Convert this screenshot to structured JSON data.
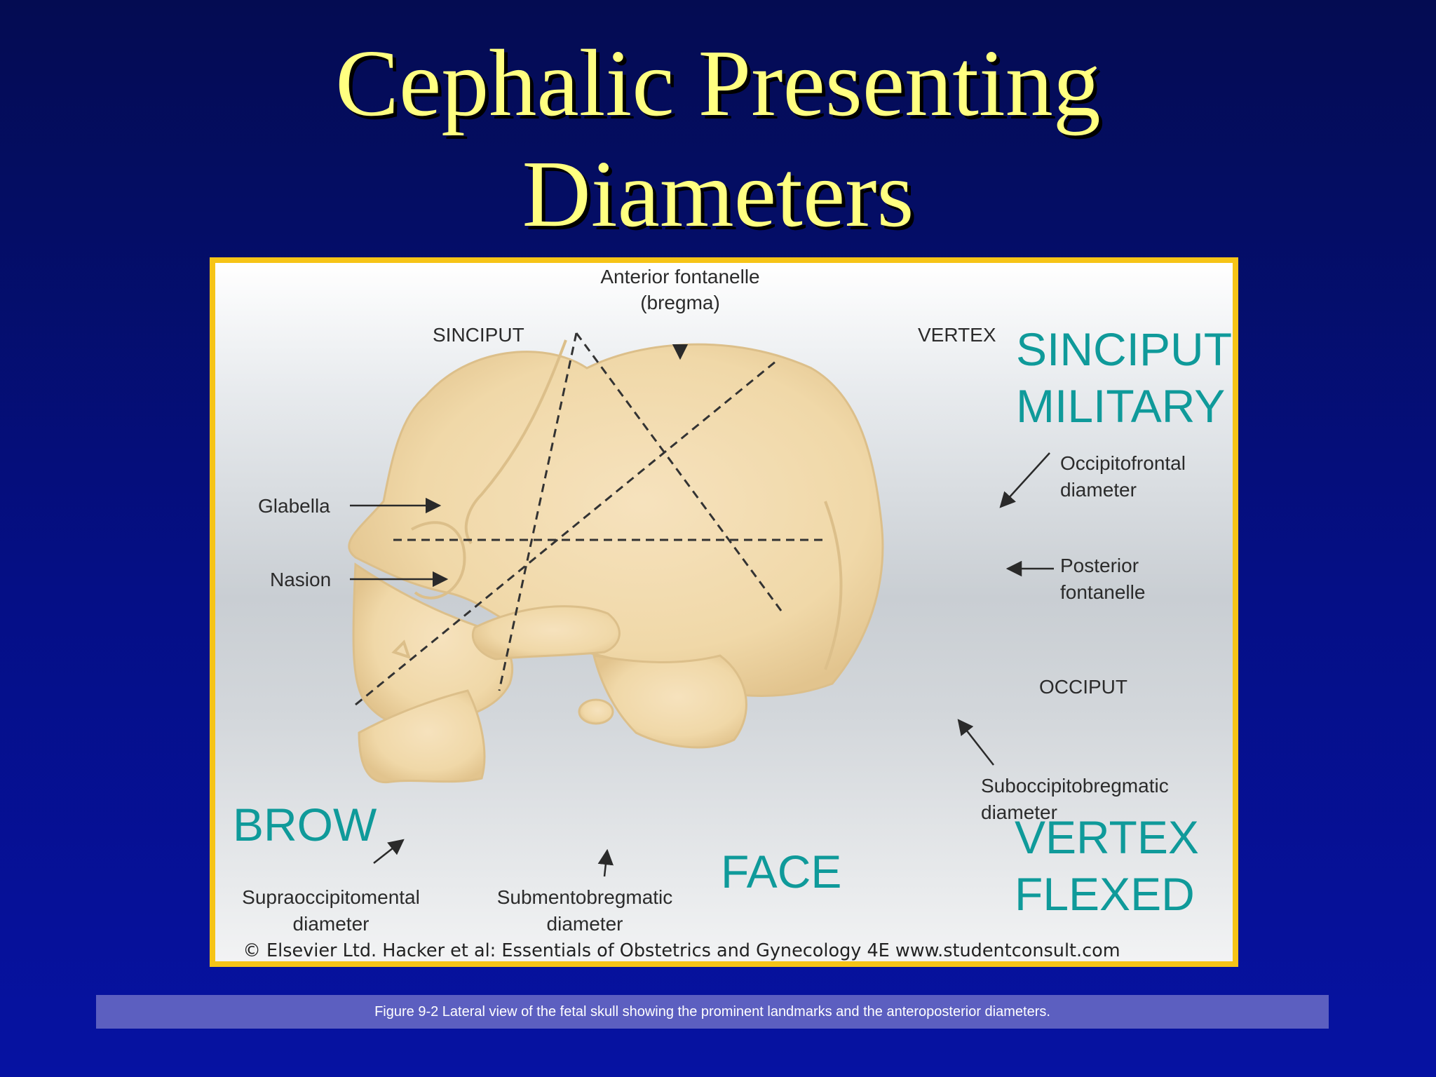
{
  "slide": {
    "title_line1": "Cephalic Presenting",
    "title_line2": "Diameters",
    "caption": "Figure 9-2 Lateral view of the fetal skull showing the prominent landmarks and the anteroposterior diameters."
  },
  "figure": {
    "labels": {
      "anterior_fontanelle_1": "Anterior fontanelle",
      "anterior_fontanelle_2": "(bregma)",
      "sinciput": "SINCIPUT",
      "vertex": "VERTEX",
      "glabella": "Glabella",
      "nasion": "Nasion",
      "occipitofrontal_1": "Occipitofrontal",
      "occipitofrontal_2": "diameter",
      "posterior_fontanelle_1": "Posterior",
      "posterior_fontanelle_2": "fontanelle",
      "occiput": "OCCIPUT",
      "suboccipitobregmatic_1": "Suboccipitobregmatic",
      "suboccipitobregmatic_2": "diameter",
      "supraoccipitomental_1": "Supraoccipitomental",
      "supraoccipitomental_2": "diameter",
      "submentobregmatic_1": "Submentobregmatic",
      "submentobregmatic_2": "diameter",
      "copyright": "© Elsevier Ltd. Hacker et al: Essentials of Obstetrics and Gynecology 4E www.studentconsult.com"
    },
    "overlay": {
      "sinciput_military_1": "SINCIPUT",
      "sinciput_military_2": "MILITARY",
      "brow": "BROW",
      "face": "FACE",
      "vertex_flexed_1": "VERTEX",
      "vertex_flexed_2": "FLEXED"
    },
    "colors": {
      "overlay_teal": "#0f9a9a",
      "bone": "#f2dcb0",
      "frame": "#f6c417"
    }
  }
}
